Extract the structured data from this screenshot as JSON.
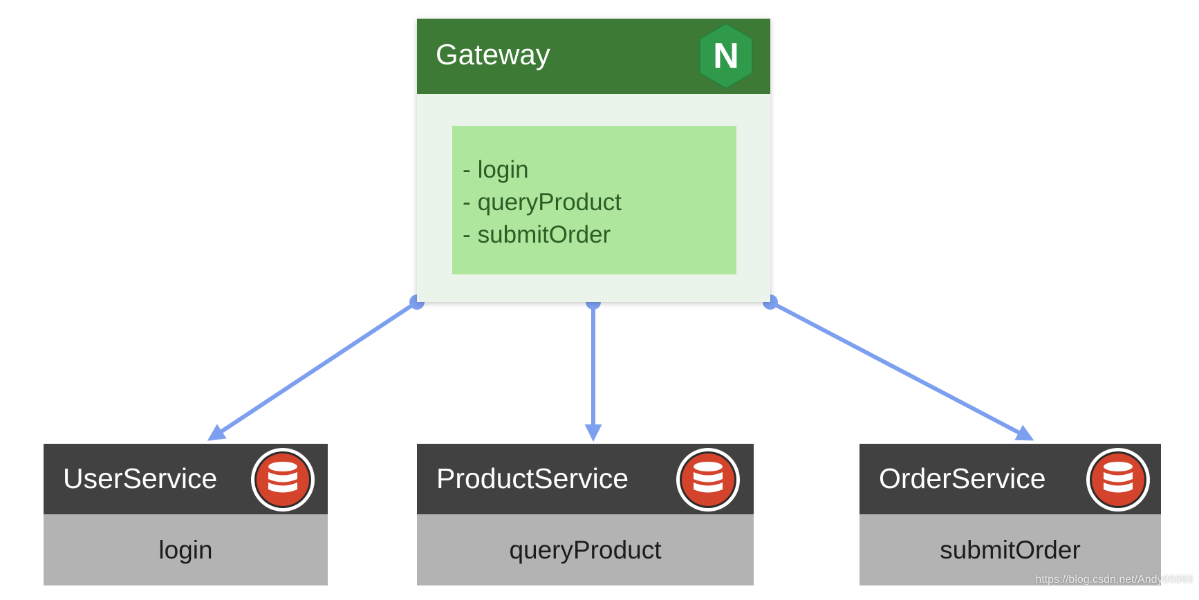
{
  "gateway": {
    "title": "Gateway",
    "logo_letter": "N",
    "routes": [
      "login",
      "queryProduct",
      "submitOrder"
    ]
  },
  "services": [
    {
      "name": "UserService",
      "endpoint": "login"
    },
    {
      "name": "ProductService",
      "endpoint": "queryProduct"
    },
    {
      "name": "OrderService",
      "endpoint": "submitOrder"
    }
  ],
  "watermark": "https://blog.csdn.net/Andy86869",
  "icons": {
    "gateway_logo": "nginx-hexagon-icon",
    "service_icon": "database-icon"
  },
  "colors": {
    "gateway_header": "#3c7a35",
    "gateway_body": "#ebf4ea",
    "routes_box": "#aee69e",
    "route_text": "#2c5d25",
    "service_header": "#414141",
    "service_body": "#b3b3b3",
    "connector": "#7d9ff0",
    "db_icon": "#d4432b"
  }
}
